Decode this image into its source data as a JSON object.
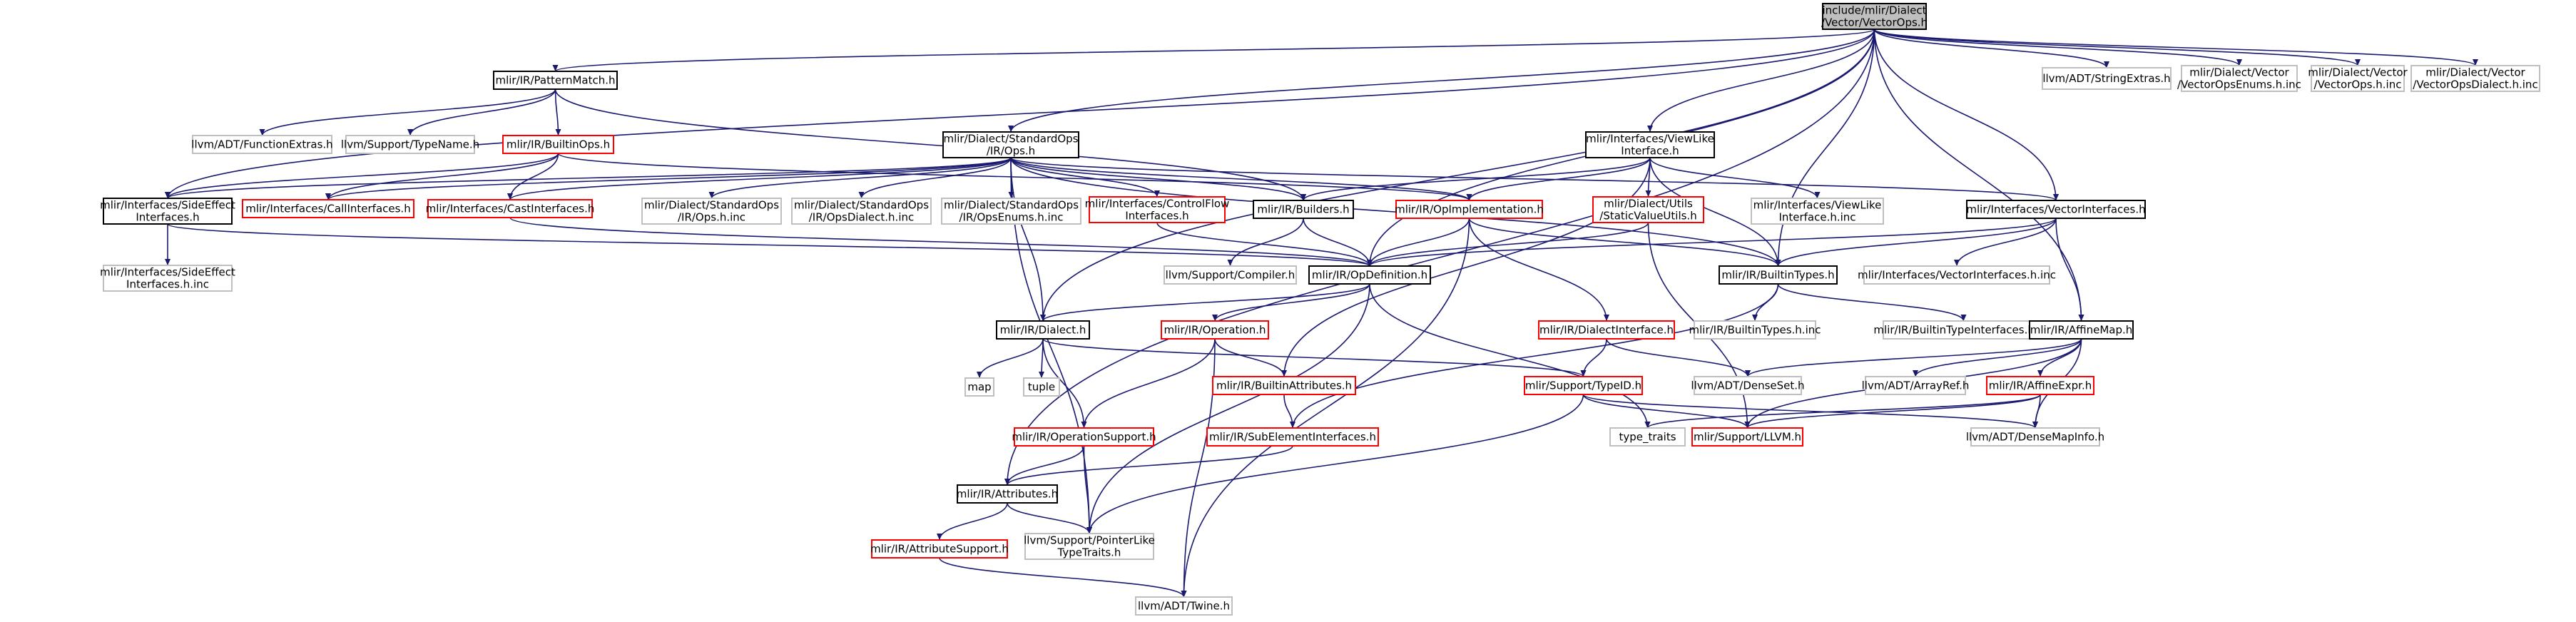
{
  "colors": {
    "root_fill": "#bfbfbf",
    "normal_border": "#000000",
    "truncated_border": "#ff0000",
    "external_border": "#bfbfbf",
    "edge": "#191970",
    "text": "#000000",
    "background": "#ffffff"
  },
  "nodes": [
    {
      "id": "root",
      "kind": "root",
      "lines": [
        "include/mlir/Dialect",
        "/Vector/VectorOps.h"
      ]
    },
    {
      "id": "patternmatch",
      "kind": "normal",
      "lines": [
        "mlir/IR/PatternMatch.h"
      ]
    },
    {
      "id": "stringextras",
      "kind": "external",
      "lines": [
        "llvm/ADT/StringExtras.h"
      ]
    },
    {
      "id": "vectoropsenums",
      "kind": "external",
      "lines": [
        "mlir/Dialect/Vector",
        "/VectorOpsEnums.h.inc"
      ]
    },
    {
      "id": "vectorops_inc",
      "kind": "external",
      "lines": [
        "mlir/Dialect/Vector",
        "/VectorOps.h.inc"
      ]
    },
    {
      "id": "vectoropsdialect_inc",
      "kind": "external",
      "lines": [
        "mlir/Dialect/Vector",
        "/VectorOpsDialect.h.inc"
      ]
    },
    {
      "id": "functionextras",
      "kind": "external",
      "lines": [
        "llvm/ADT/FunctionExtras.h"
      ]
    },
    {
      "id": "typename",
      "kind": "external",
      "lines": [
        "llvm/Support/TypeName.h"
      ]
    },
    {
      "id": "builtinops",
      "kind": "truncated",
      "lines": [
        "mlir/IR/BuiltinOps.h"
      ]
    },
    {
      "id": "stdops",
      "kind": "normal",
      "lines": [
        "mlir/Dialect/StandardOps",
        "/IR/Ops.h"
      ]
    },
    {
      "id": "viewlike",
      "kind": "normal",
      "lines": [
        "mlir/Interfaces/ViewLike",
        "Interface.h"
      ]
    },
    {
      "id": "sideeffect",
      "kind": "normal",
      "lines": [
        "mlir/Interfaces/SideEffect",
        "Interfaces.h"
      ]
    },
    {
      "id": "callinterfaces",
      "kind": "truncated",
      "lines": [
        "mlir/Interfaces/CallInterfaces.h"
      ]
    },
    {
      "id": "castinterfaces",
      "kind": "truncated",
      "lines": [
        "mlir/Interfaces/CastInterfaces.h"
      ]
    },
    {
      "id": "stdops_inc",
      "kind": "external",
      "lines": [
        "mlir/Dialect/StandardOps",
        "/IR/Ops.h.inc"
      ]
    },
    {
      "id": "stdopsdialect_inc",
      "kind": "external",
      "lines": [
        "mlir/Dialect/StandardOps",
        "/IR/OpsDialect.h.inc"
      ]
    },
    {
      "id": "stdopsenums_inc",
      "kind": "external",
      "lines": [
        "mlir/Dialect/StandardOps",
        "/IR/OpsEnums.h.inc"
      ]
    },
    {
      "id": "controlflow",
      "kind": "truncated",
      "lines": [
        "mlir/Interfaces/ControlFlow",
        "Interfaces.h"
      ]
    },
    {
      "id": "builders",
      "kind": "normal",
      "lines": [
        "mlir/IR/Builders.h"
      ]
    },
    {
      "id": "opimplementation",
      "kind": "truncated",
      "lines": [
        "mlir/IR/OpImplementation.h"
      ]
    },
    {
      "id": "staticvalueutils",
      "kind": "truncated",
      "lines": [
        "mlir/Dialect/Utils",
        "/StaticValueUtils.h"
      ]
    },
    {
      "id": "viewlike_inc",
      "kind": "external",
      "lines": [
        "mlir/Interfaces/ViewLike",
        "Interface.h.inc"
      ]
    },
    {
      "id": "vectorinterfaces",
      "kind": "normal",
      "lines": [
        "mlir/Interfaces/VectorInterfaces.h"
      ]
    },
    {
      "id": "sideeffect_inc",
      "kind": "external",
      "lines": [
        "mlir/Interfaces/SideEffect",
        "Interfaces.h.inc"
      ]
    },
    {
      "id": "compiler",
      "kind": "external",
      "lines": [
        "llvm/Support/Compiler.h"
      ]
    },
    {
      "id": "opdefinition",
      "kind": "normal",
      "lines": [
        "mlir/IR/OpDefinition.h"
      ]
    },
    {
      "id": "builtintypes",
      "kind": "normal",
      "lines": [
        "mlir/IR/BuiltinTypes.h"
      ]
    },
    {
      "id": "vectorinterfaces_inc",
      "kind": "external",
      "lines": [
        "mlir/Interfaces/VectorInterfaces.h.inc"
      ]
    },
    {
      "id": "dialect",
      "kind": "normal",
      "lines": [
        "mlir/IR/Dialect.h"
      ]
    },
    {
      "id": "operation",
      "kind": "truncated",
      "lines": [
        "mlir/IR/Operation.h"
      ]
    },
    {
      "id": "dialectinterface",
      "kind": "truncated",
      "lines": [
        "mlir/IR/DialectInterface.h"
      ]
    },
    {
      "id": "builtintypes_inc",
      "kind": "external",
      "lines": [
        "mlir/IR/BuiltinTypes.h.inc"
      ]
    },
    {
      "id": "builtintypeinterfaces_inc",
      "kind": "external",
      "lines": [
        "mlir/IR/BuiltinTypeInterfaces.h.inc"
      ]
    },
    {
      "id": "affinemap",
      "kind": "normal",
      "lines": [
        "mlir/IR/AffineMap.h"
      ]
    },
    {
      "id": "map",
      "kind": "external",
      "lines": [
        "map"
      ]
    },
    {
      "id": "tuple",
      "kind": "external",
      "lines": [
        "tuple"
      ]
    },
    {
      "id": "builtinattributes",
      "kind": "truncated",
      "lines": [
        "mlir/IR/BuiltinAttributes.h"
      ]
    },
    {
      "id": "typeid",
      "kind": "truncated",
      "lines": [
        "mlir/Support/TypeID.h"
      ]
    },
    {
      "id": "denseset",
      "kind": "external",
      "lines": [
        "llvm/ADT/DenseSet.h"
      ]
    },
    {
      "id": "arrayref",
      "kind": "external",
      "lines": [
        "llvm/ADT/ArrayRef.h"
      ]
    },
    {
      "id": "affineexpr",
      "kind": "truncated",
      "lines": [
        "mlir/IR/AffineExpr.h"
      ]
    },
    {
      "id": "operationsupport",
      "kind": "truncated",
      "lines": [
        "mlir/IR/OperationSupport.h"
      ]
    },
    {
      "id": "subelement",
      "kind": "truncated",
      "lines": [
        "mlir/IR/SubElementInterfaces.h"
      ]
    },
    {
      "id": "type_traits",
      "kind": "external",
      "lines": [
        "type_traits"
      ]
    },
    {
      "id": "llvm",
      "kind": "truncated",
      "lines": [
        "mlir/Support/LLVM.h"
      ]
    },
    {
      "id": "densemapinfo",
      "kind": "external",
      "lines": [
        "llvm/ADT/DenseMapInfo.h"
      ]
    },
    {
      "id": "attributes",
      "kind": "normal",
      "lines": [
        "mlir/IR/Attributes.h"
      ]
    },
    {
      "id": "attributesupport",
      "kind": "truncated",
      "lines": [
        "mlir/IR/AttributeSupport.h"
      ]
    },
    {
      "id": "pointerlike",
      "kind": "external",
      "lines": [
        "llvm/Support/PointerLike",
        "TypeTraits.h"
      ]
    },
    {
      "id": "twine",
      "kind": "external",
      "lines": [
        "llvm/ADT/Twine.h"
      ]
    }
  ],
  "edges": [
    [
      "root",
      "patternmatch"
    ],
    [
      "root",
      "stringextras"
    ],
    [
      "root",
      "vectoropsenums"
    ],
    [
      "root",
      "vectorops_inc"
    ],
    [
      "root",
      "vectoropsdialect_inc"
    ],
    [
      "root",
      "stdops"
    ],
    [
      "root",
      "viewlike"
    ],
    [
      "root",
      "sideeffect"
    ],
    [
      "root",
      "opdefinition"
    ],
    [
      "root",
      "vectorinterfaces"
    ],
    [
      "root",
      "builtintypes"
    ],
    [
      "root",
      "affinemap"
    ],
    [
      "root",
      "dialect"
    ],
    [
      "root",
      "attributes"
    ],
    [
      "patternmatch",
      "functionextras"
    ],
    [
      "patternmatch",
      "typename"
    ],
    [
      "patternmatch",
      "builtinops"
    ],
    [
      "patternmatch",
      "builders"
    ],
    [
      "builtinops",
      "sideeffect"
    ],
    [
      "builtinops",
      "callinterfaces"
    ],
    [
      "builtinops",
      "castinterfaces"
    ],
    [
      "builtinops",
      "opimplementation"
    ],
    [
      "stdops",
      "sideeffect"
    ],
    [
      "stdops",
      "callinterfaces"
    ],
    [
      "stdops",
      "castinterfaces"
    ],
    [
      "stdops",
      "stdops_inc"
    ],
    [
      "stdops",
      "stdopsdialect_inc"
    ],
    [
      "stdops",
      "stdopsenums_inc"
    ],
    [
      "stdops",
      "controlflow"
    ],
    [
      "stdops",
      "builders"
    ],
    [
      "stdops",
      "opimplementation"
    ],
    [
      "stdops",
      "vectorinterfaces"
    ],
    [
      "stdops",
      "builtintypes"
    ],
    [
      "stdops",
      "dialect"
    ],
    [
      "stdops",
      "pointerlike"
    ],
    [
      "viewlike",
      "builders"
    ],
    [
      "viewlike",
      "opimplementation"
    ],
    [
      "viewlike",
      "staticvalueutils"
    ],
    [
      "viewlike",
      "viewlike_inc"
    ],
    [
      "viewlike",
      "builtintypes"
    ],
    [
      "viewlike",
      "builtinattributes"
    ],
    [
      "sideeffect",
      "sideeffect_inc"
    ],
    [
      "sideeffect",
      "opdefinition"
    ],
    [
      "castinterfaces",
      "opdefinition"
    ],
    [
      "controlflow",
      "opdefinition"
    ],
    [
      "builders",
      "compiler"
    ],
    [
      "builders",
      "opdefinition"
    ],
    [
      "opimplementation",
      "opdefinition"
    ],
    [
      "opimplementation",
      "dialectinterface"
    ],
    [
      "opimplementation",
      "builtintypes"
    ],
    [
      "opimplementation",
      "twine"
    ],
    [
      "staticvalueutils",
      "opdefinition"
    ],
    [
      "staticvalueutils",
      "llvm"
    ],
    [
      "vectorinterfaces",
      "vectorinterfaces_inc"
    ],
    [
      "vectorinterfaces",
      "affinemap"
    ],
    [
      "vectorinterfaces",
      "builtintypes"
    ],
    [
      "vectorinterfaces",
      "opdefinition"
    ],
    [
      "opdefinition",
      "dialect"
    ],
    [
      "opdefinition",
      "operation"
    ],
    [
      "opdefinition",
      "type_traits"
    ],
    [
      "opdefinition",
      "pointerlike"
    ],
    [
      "builtintypes",
      "builtintypes_inc"
    ],
    [
      "builtintypes",
      "builtintypeinterfaces_inc"
    ],
    [
      "builtintypes",
      "subelement"
    ],
    [
      "dialect",
      "map"
    ],
    [
      "dialect",
      "tuple"
    ],
    [
      "dialect",
      "typeid"
    ],
    [
      "dialect",
      "operationsupport"
    ],
    [
      "operation",
      "builtinattributes"
    ],
    [
      "operation",
      "operationsupport"
    ],
    [
      "operation",
      "twine"
    ],
    [
      "dialectinterface",
      "typeid"
    ],
    [
      "dialectinterface",
      "denseset"
    ],
    [
      "affinemap",
      "denseset"
    ],
    [
      "affinemap",
      "arrayref"
    ],
    [
      "affinemap",
      "affineexpr"
    ],
    [
      "affinemap",
      "densemapinfo"
    ],
    [
      "affinemap",
      "llvm"
    ],
    [
      "builtinattributes",
      "subelement"
    ],
    [
      "typeid",
      "llvm"
    ],
    [
      "typeid",
      "densemapinfo"
    ],
    [
      "typeid",
      "pointerlike"
    ],
    [
      "affineexpr",
      "llvm"
    ],
    [
      "affineexpr",
      "type_traits"
    ],
    [
      "affineexpr",
      "densemapinfo"
    ],
    [
      "operationsupport",
      "attributes"
    ],
    [
      "operationsupport",
      "pointerlike"
    ],
    [
      "subelement",
      "attributes"
    ],
    [
      "attributes",
      "attributesupport"
    ],
    [
      "attributes",
      "pointerlike"
    ],
    [
      "attributesupport",
      "twine"
    ]
  ]
}
